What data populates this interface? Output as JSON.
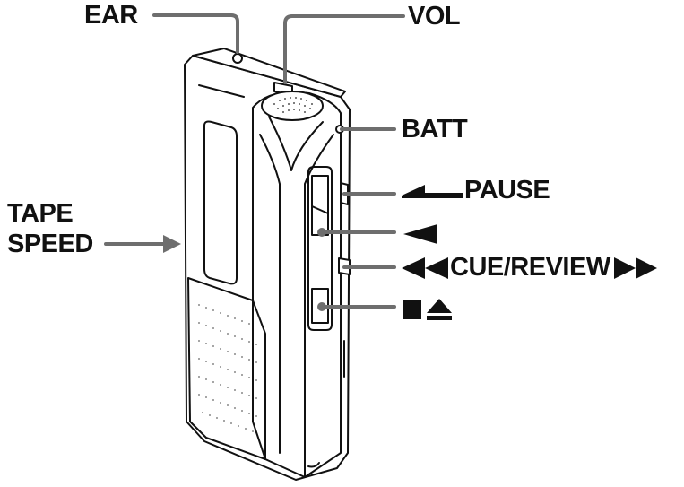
{
  "diagram": {
    "labels": {
      "ear": "EAR",
      "vol": "VOL",
      "batt": "BATT",
      "pause": "PAUSE",
      "tape": "TAPE",
      "speed": "SPEED",
      "cue_review": "CUE/REVIEW"
    },
    "icons": {
      "pause": "left-arrow-icon",
      "play": "play-reverse-triangle-icon",
      "cue": "rewind-double-triangle-icon",
      "review": "fast-forward-double-triangle-icon",
      "stop": "stop-square-icon",
      "eject": "eject-icon"
    },
    "colors": {
      "ink": "#111111",
      "leader": "#6e6e6e",
      "body": "#ffffff"
    }
  }
}
